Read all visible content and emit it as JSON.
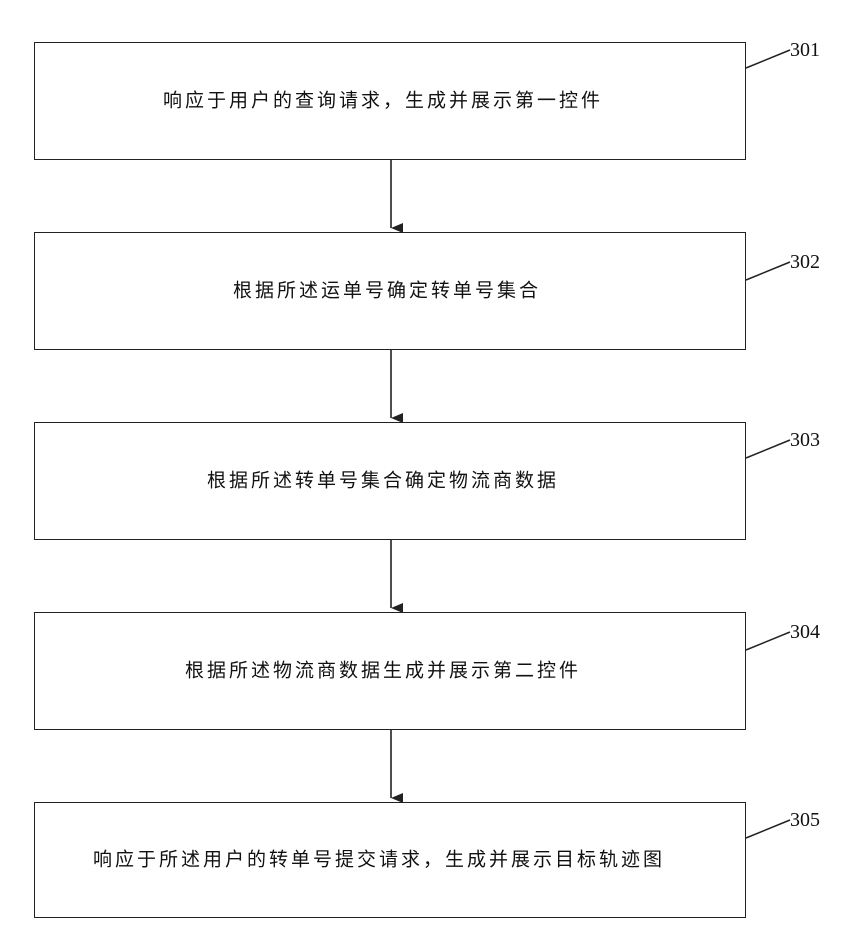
{
  "steps": [
    {
      "id": "301",
      "text": "响应于用户的查询请求，生成并展示第一控件"
    },
    {
      "id": "302",
      "text": "根据所述运单号确定转单号集合"
    },
    {
      "id": "303",
      "text": "根据所述转单号集合确定物流商数据"
    },
    {
      "id": "304",
      "text": "根据所述物流商数据生成并展示第二控件"
    },
    {
      "id": "305",
      "text": "响应于所述用户的转单号提交请求，生成并展示目标轨迹图"
    }
  ]
}
